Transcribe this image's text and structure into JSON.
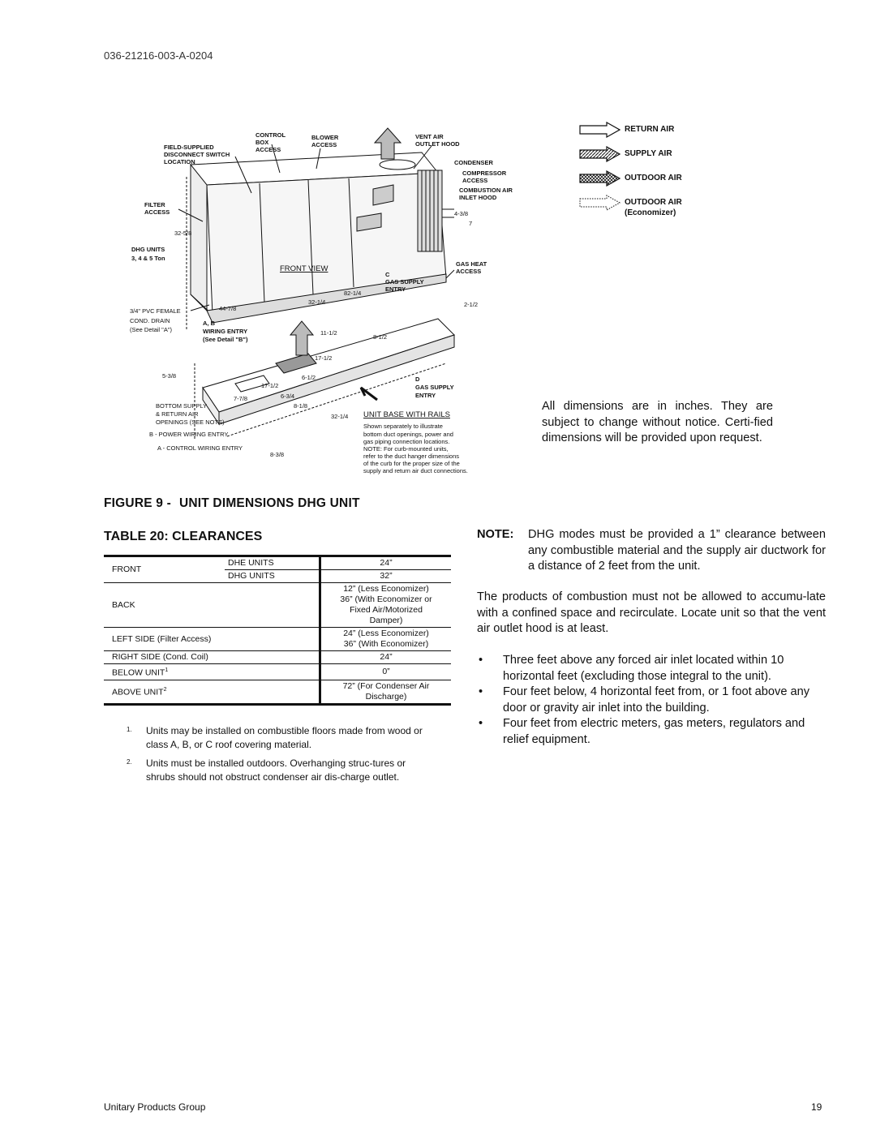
{
  "header": {
    "doc_id": "036-21216-003-A-0204"
  },
  "figure": {
    "labels": {
      "control_box_access": [
        "CONTROL",
        "BOX",
        "ACCESS"
      ],
      "blower_access": [
        "BLOWER",
        "ACCESS"
      ],
      "vent_air_outlet_hood": [
        "VENT AIR",
        "OUTLET HOOD"
      ],
      "field_supplied": [
        "FIELD-SUPPLIED",
        "DISCONNECT SWITCH",
        "LOCATION"
      ],
      "condenser": "CONDENSER",
      "compressor_access": [
        "COMPRESSOR",
        "ACCESS"
      ],
      "combustion_air": [
        "COMBUSTION AIR",
        "INLET HOOD"
      ],
      "filter_access": [
        "FILTER",
        "ACCESS"
      ],
      "dhg_units": [
        "DHG UNITS",
        "3, 4 & 5 Ton"
      ],
      "front_view": "FRONT VIEW",
      "gas_heat_access": [
        "GAS HEAT",
        "ACCESS"
      ],
      "c_gas_supply": [
        "C",
        "GAS SUPPLY",
        "ENTRY"
      ],
      "pvc_drain": [
        "3/4\" PVC FEMALE",
        "COND. DRAIN",
        "(See Detail \"A\")"
      ],
      "ab_wiring": [
        "A, B",
        "WIRING ENTRY",
        "(See Detail \"B\")"
      ],
      "d_gas_supply": [
        "D",
        "GAS SUPPLY",
        "ENTRY"
      ],
      "bottom_supply": [
        "BOTTOM SUPPLY",
        "& RETURN AIR",
        "OPENINGS (SEE NOTE)"
      ],
      "b_power": "B - POWER WIRING ENTRY",
      "a_control": "A - CONTROL WIRING ENTRY",
      "unit_base": "UNIT BASE WITH RAILS",
      "base_note": [
        "Shown separately to illustrate",
        "bottom duct openings, power and",
        "gas piping connection locations.",
        "NOTE: For curb-mounted units,",
        "refer to the duct hanger dimensions",
        "of the curb for the proper size of the",
        "supply and return air duct connections."
      ],
      "dims": [
        "32-5/8",
        "44-7/8",
        "82-1/4",
        "32-1/4",
        "4-3/8",
        "7",
        "2-1/2",
        "11-1/2",
        "8-1/2",
        "17-1/2",
        "5-3/8",
        "6-1/2",
        "17-1/2",
        "7-7/8",
        "6-3/4",
        "8-1/8",
        "32-1/4",
        "8-3/8"
      ]
    },
    "legend": [
      {
        "label": "RETURN AIR",
        "style": "outline"
      },
      {
        "label": "SUPPLY AIR",
        "style": "hatched"
      },
      {
        "label": "OUTDOOR AIR",
        "style": "crosshatch"
      },
      {
        "label": "OUTDOOR AIR",
        "sub": "(Economizer)",
        "style": "dotted"
      }
    ],
    "note_text": "All dimensions are in inches.  They are subject to change without notice.  Certi-fied dimensions will be provided upon request.",
    "caption_num": "FIGURE 9 -",
    "caption_title": "UNIT DIMENSIONS DHG UNIT"
  },
  "table": {
    "title": "TABLE 20: CLEARANCES",
    "rows": {
      "front": {
        "label": "FRONT",
        "dhe": "DHE UNITS",
        "dhe_val": "24”",
        "dhg": "DHG UNITS",
        "dhg_val": "32”"
      },
      "back": {
        "label": "BACK",
        "v1": "12”  (Less Economizer)",
        "v2": "36” (With Economizer or",
        "v3": "Fixed Air/Motorized",
        "v4": "Damper)"
      },
      "left": {
        "label": "LEFT SIDE (Filter Access)",
        "v1": "24”  (Less Economizer)",
        "v2": "36”  (With Economizer)"
      },
      "right": {
        "label": "RIGHT SIDE (Cond. Coil)",
        "v1": "24”"
      },
      "below": {
        "label": "BELOW UNIT",
        "sup": "1",
        "v1": "0”"
      },
      "above": {
        "label": "ABOVE UNIT",
        "sup": "2",
        "v1": "72” (For Condenser Air",
        "v2": "Discharge)"
      }
    },
    "footnotes": [
      {
        "num": "1.",
        "text": "Units may be installed on combustible floors made from wood or class A, B, or C roof covering material."
      },
      {
        "num": "2.",
        "text": "Units must be installed outdoors.  Overhanging struc-tures or shrubs should not obstruct condenser air dis-charge outlet."
      }
    ]
  },
  "right_col": {
    "note_head": "NOTE:",
    "note_text": "DHG modes must be provided a 1” clearance between any combustible material and the supply air ductwork for a distance of 2 feet from the unit.",
    "para": "The products of combustion must not be allowed to accumu-late with a confined space and recirculate.  Locate unit so that the vent air outlet hood is at least.",
    "bullets": [
      "Three feet above any forced air inlet located within 10 horizontal feet (excluding those integral to the unit).",
      "Four feet below, 4 horizontal feet from, or 1 foot above any door or gravity air inlet into the building.",
      "Four feet from electric meters, gas meters, regulators and relief equipment."
    ],
    "bullet_char": "•"
  },
  "footer": {
    "left": "Unitary Products Group",
    "page": "19"
  }
}
